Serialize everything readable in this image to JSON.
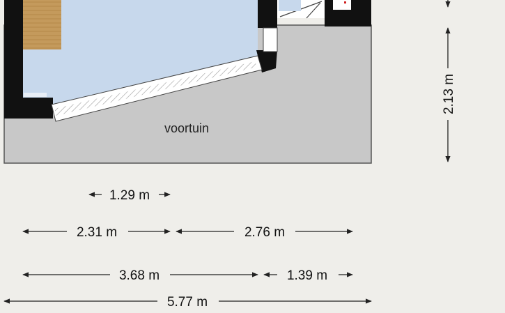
{
  "plan": {
    "room_label": "voortuin",
    "colors": {
      "background": "#efeeea",
      "floor_blue": "#c7d8ec",
      "floor_wood": "#c49a5c",
      "yard_gray": "#c8c8c8",
      "wall": "#111111",
      "window": "#ffffff"
    }
  },
  "dimensions": {
    "vertical": "2.13 m",
    "d1": "1.29 m",
    "d2": "2.31 m",
    "d3": "2.76 m",
    "d4": "3.68 m",
    "d5": "1.39 m",
    "d6": "5.77 m"
  }
}
